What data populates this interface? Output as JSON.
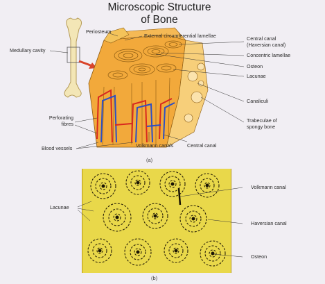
{
  "title_line1": "Microscopic Structure",
  "title_line2": "of Bone",
  "figure_a": {
    "caption": "(a)",
    "labels": {
      "periosteum": "Periosteum",
      "external_lamellae": "External circumferential lamellae",
      "medullary_cavity": "Medullary cavity",
      "central_canal_1": "Central canal",
      "central_canal_2": "(Haversian canal)",
      "concentric_lamellae": "Concentric lamellae",
      "osteon": "Osteon",
      "lacunae": "Lacunae",
      "canaliculi": "Canaliculi",
      "perforating_1": "Perforating",
      "perforating_2": "fibres",
      "trabeculae_1": "Trabeculae of",
      "trabeculae_2": "spongy bone",
      "blood_vessels": "Blood vessels",
      "volkmann_canals": "Volkmann canals",
      "central_canal_bottom": "Central canal"
    }
  },
  "figure_b": {
    "caption": "(b)",
    "labels": {
      "lacunae": "Lacunae",
      "volkmann_canal": "Volkmann canal",
      "haversian_canal": "Haversian canal",
      "osteon": "Osteon"
    }
  },
  "colors": {
    "bone_orange": "#f2a93b",
    "bone_light": "#f7cf7a",
    "vessel_red": "#d8281f",
    "vessel_blue": "#2d4fc4",
    "histology_yellow": "#e9d84a",
    "arrow_red": "#d9442b"
  }
}
